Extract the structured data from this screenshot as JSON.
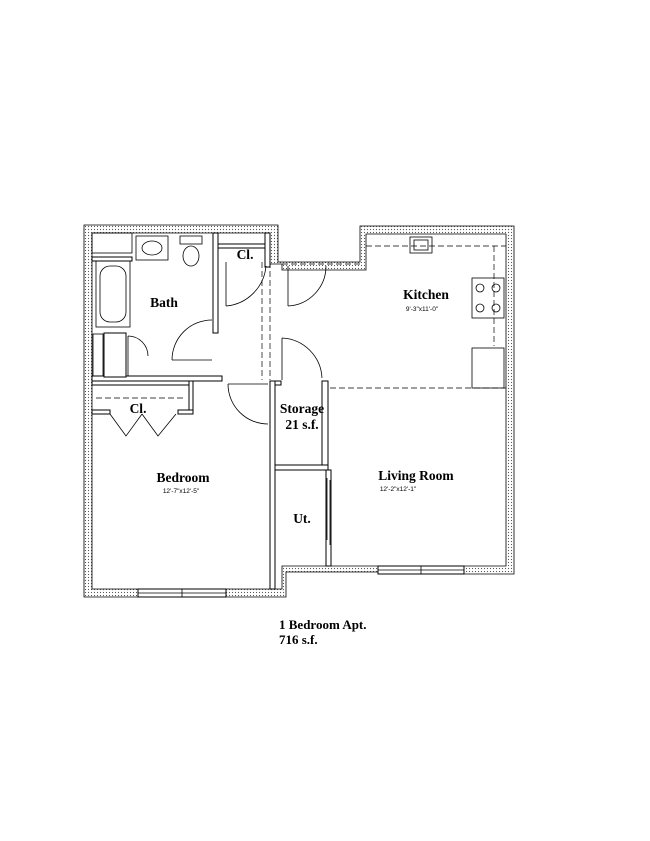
{
  "rooms": {
    "bath": "Bath",
    "closet_bath": "Cl.",
    "kitchen": "Kitchen",
    "kitchen_dim": "9'-3\"x11'-0\"",
    "closet_bedroom": "Cl.",
    "storage": "Storage",
    "storage_area": "21 s.f.",
    "bedroom": "Bedroom",
    "bedroom_dim": "12'-7\"x12'-5\"",
    "living": "Living Room",
    "living_dim": "12'-2\"x12'-1\"",
    "utility": "Ut."
  },
  "caption": {
    "line1": "1 Bedroom Apt.",
    "line2": "716 s.f."
  },
  "colors": {
    "line": "#000000",
    "background": "#ffffff"
  }
}
